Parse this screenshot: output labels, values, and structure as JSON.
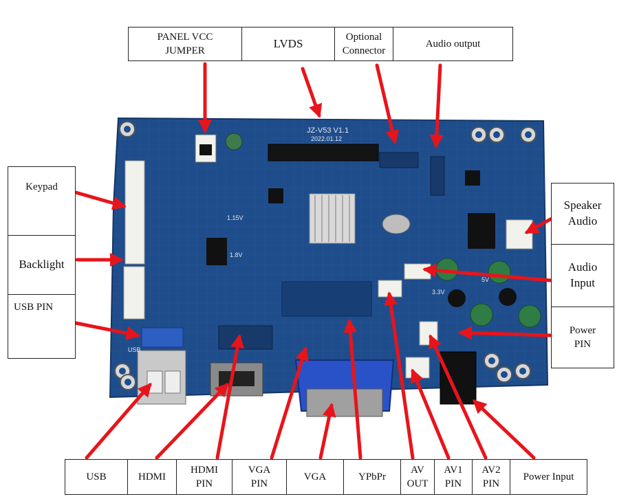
{
  "board": {
    "model": "JZ-V53 V1.1",
    "date": "2022.01.12",
    "markings": [
      "USB",
      "3.3V",
      "5V",
      "1.8V",
      "1.15V"
    ]
  },
  "labels": {
    "panel_vcc_jumper": "PANEL VCC\nJUMPER",
    "lvds": "LVDS",
    "optional_connector": "Optional\nConnector",
    "audio_output": "Audio output",
    "keypad": "Keypad",
    "backlight": "Backlight",
    "usb_pin": "USB PIN",
    "speaker_audio": "Speaker\nAudio",
    "audio_input": "Audio\nInput",
    "power_pin": "Power\nPIN",
    "usb": "USB",
    "hdmi": "HDMI",
    "hdmi_pin": "HDMI\nPIN",
    "vga_pin": "VGA\nPIN",
    "vga": "VGA",
    "ypbpr": "YPbPr",
    "av_out": "AV\nOUT",
    "av1_pin": "AV1\nPIN",
    "av2_pin": "AV2\nPIN",
    "power_input": "Power Input"
  },
  "colors": {
    "pcb": "#1f4d8c",
    "pcb_dark": "#173a6b",
    "arrow": "#e8141b",
    "connector": "#f2f2ec",
    "vga_port": "#2a52c8"
  }
}
